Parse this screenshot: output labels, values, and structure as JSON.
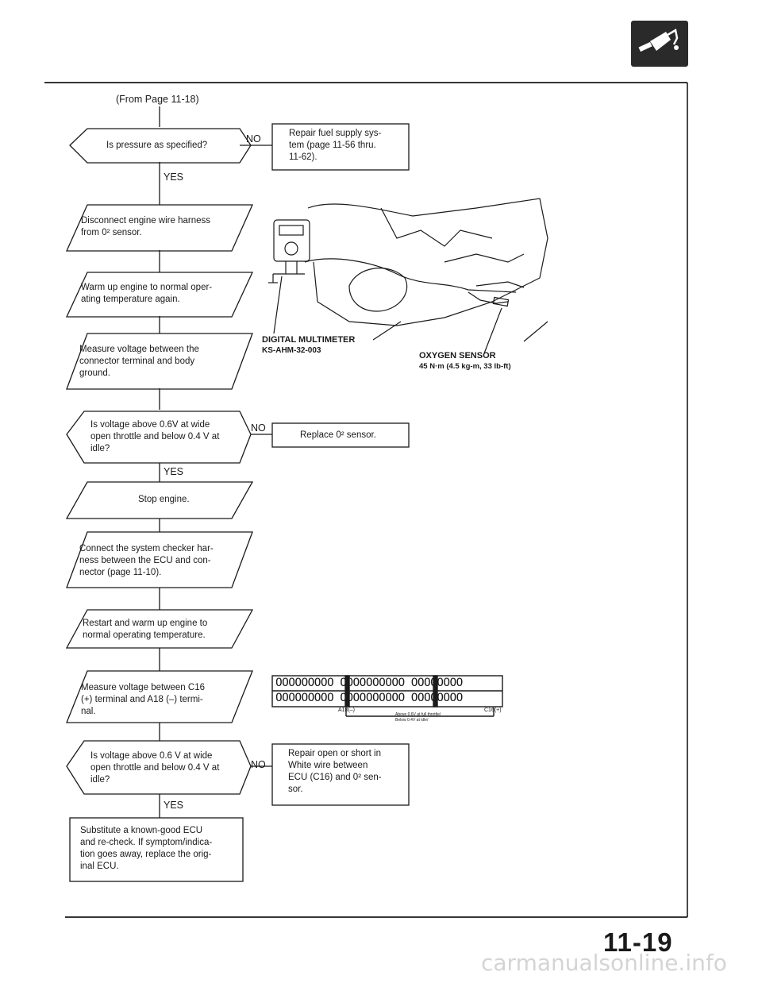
{
  "page": {
    "from_page": "(From Page 11-18)",
    "page_number": "11-19",
    "watermark": "carmanualsonline.info"
  },
  "badge": {
    "icon": "fuel-nozzle-icon"
  },
  "flow": {
    "q1": [
      "Is pressure as specified?"
    ],
    "q1_no": "NO",
    "q1_yes": "YES",
    "r1": [
      "Repair fuel supply sys-",
      "tem (page 11-56 thru.",
      "11-62)."
    ],
    "s1": [
      "Disconnect engine wire harness",
      "from 0² sensor."
    ],
    "s2": [
      "Warm up engine to normal oper-",
      "ating temperature again."
    ],
    "s3": [
      "Measure voltage between the",
      "connector terminal and body",
      "ground."
    ],
    "q2": [
      "Is voltage above 0.6V at wide",
      "open throttle and below 0.4 V at",
      "idle?"
    ],
    "q2_no": "NO",
    "q2_yes": "YES",
    "r2": [
      "Replace 0² sensor."
    ],
    "s4": [
      "Stop engine."
    ],
    "s5": [
      "Connect the system checker har-",
      "ness between the ECU and con-",
      "nector (page 11-10)."
    ],
    "s6": [
      "Restart and warm up engine to",
      "normal operating temperature."
    ],
    "s7": [
      "Measure voltage between C16",
      "(+) terminal and A18 (–) termi-",
      "nal."
    ],
    "q3": [
      "Is voltage above 0.6 V at wide",
      "open throttle and below 0.4 V at",
      "idle?"
    ],
    "q3_no": "NO",
    "q3_yes": "YES",
    "r3": [
      "Repair open or short in",
      "White wire between",
      "ECU (C16) and 0² sen-",
      "sor."
    ],
    "s8": [
      "Substitute a known-good ECU",
      "and re-check. If symptom/indica-",
      "tion goes away, replace the orig-",
      "inal ECU."
    ]
  },
  "illustration1": {
    "meter_label": "DIGITAL MULTIMETER",
    "meter_part": "KS-AHM-32-003",
    "sensor_label": "OXYGEN SENSOR",
    "torque": "45 N·m (4.5 kg-m, 33 lb-ft)"
  },
  "illustration2": {
    "row_top": "OOOOOOOOO OOOOOOOOOO OOOOOOOO",
    "row_bottom": "OOOOOOOOO OOOOOOOOOO OOOOOOOO",
    "left_term": "A18(–)",
    "right_term": "C16(+)",
    "caption_1": "Above 0.6V at full throttle/",
    "caption_2": "Below 0.4V at idle/"
  },
  "colors": {
    "ink": "#1a1a1a",
    "paper": "#ffffff"
  }
}
